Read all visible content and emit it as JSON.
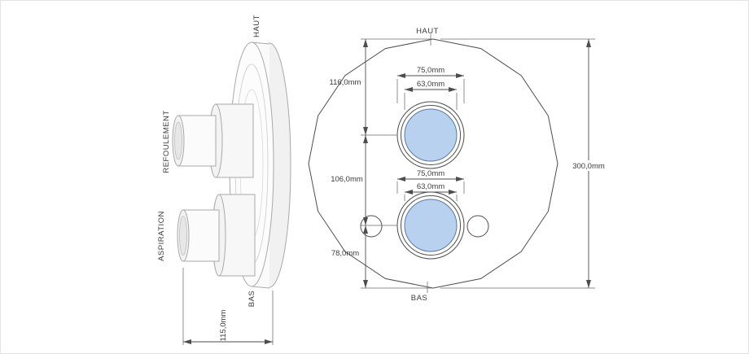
{
  "colors": {
    "port_fill": "#b7d1ee",
    "port_stroke": "#5a7aa0",
    "line_dark": "#4d4d4d",
    "line_light": "#a9a9a9"
  },
  "side_view": {
    "haut": "HAUT",
    "bas": "BAS",
    "refoulement": "REFOULEMENT",
    "aspiration": "ASPIRATION",
    "depth_dim": "115,0mm"
  },
  "front_view": {
    "haut": "HAUT",
    "bas": "BAS",
    "overall_height_dim": "300,0mm",
    "top_offset_dim": "116,0mm",
    "center_spacing_dim": "106,0mm",
    "bottom_offset_dim": "78,0mm",
    "top_port": {
      "outer_dim": "75,0mm",
      "inner_dim": "63,0mm"
    },
    "bottom_port": {
      "outer_dim": "75,0mm",
      "inner_dim": "63,0mm"
    }
  }
}
